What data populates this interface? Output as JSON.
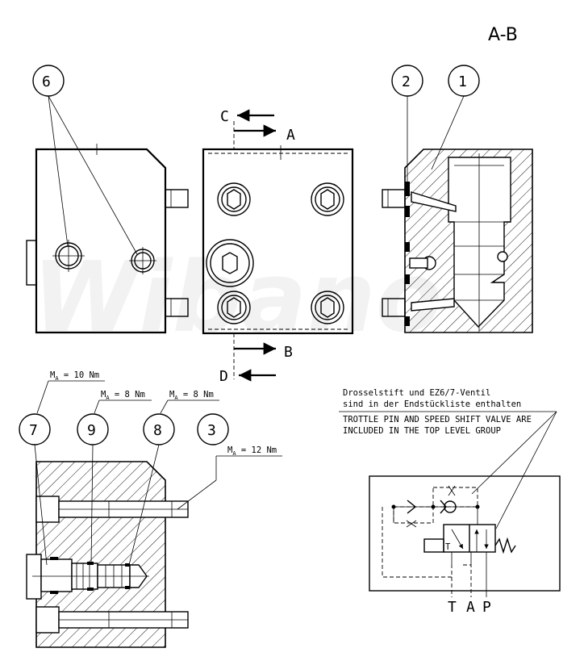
{
  "section_title": "A-B",
  "watermark": "Wibano",
  "callouts": [
    "6",
    "2",
    "1",
    "7",
    "9",
    "8",
    "3"
  ],
  "section_markers": {
    "c": "C",
    "a": "A",
    "b": "B",
    "d": "D"
  },
  "torques": [
    {
      "symbol": "M",
      "sub": "A",
      "value": "= 10 Nm"
    },
    {
      "symbol": "M",
      "sub": "A",
      "value": "= 8 Nm"
    },
    {
      "symbol": "M",
      "sub": "A",
      "value": "= 8 Nm"
    },
    {
      "symbol": "M",
      "sub": "A",
      "value": "= 12 Nm"
    }
  ],
  "notes": [
    "Drosselstift und EZ6/7-Ventil",
    "sind in der Endstückliste enthalten",
    "TROTTLE PIN AND SPEED SHIFT VALVE ARE",
    "INCLUDED IN THE TOP LEVEL GROUP"
  ],
  "ports": {
    "t": "T",
    "a": "A",
    "p": "P"
  },
  "schematic": {
    "valve_t": "T"
  }
}
